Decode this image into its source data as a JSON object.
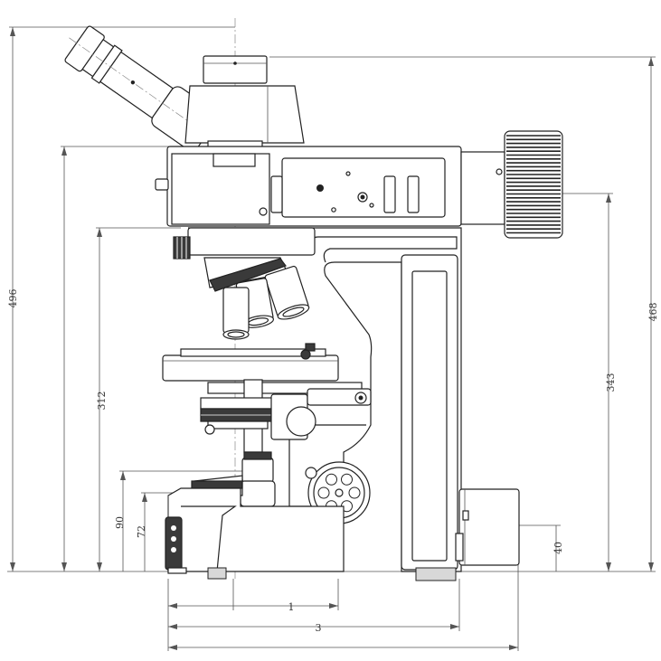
{
  "drawing": {
    "colors": {
      "line": "#222222",
      "dimension": "#555555",
      "dark_part": "#3a3a3a"
    },
    "dimensions": {
      "height_total": "496",
      "height_stage_bracket": "312",
      "height_lamp_axis": "468",
      "height_lamp_center": "343",
      "height_focus_upper": "90",
      "height_focus_lower": "72",
      "height_base_lamp": "40",
      "width_upper": "1",
      "width_total": "3"
    }
  }
}
